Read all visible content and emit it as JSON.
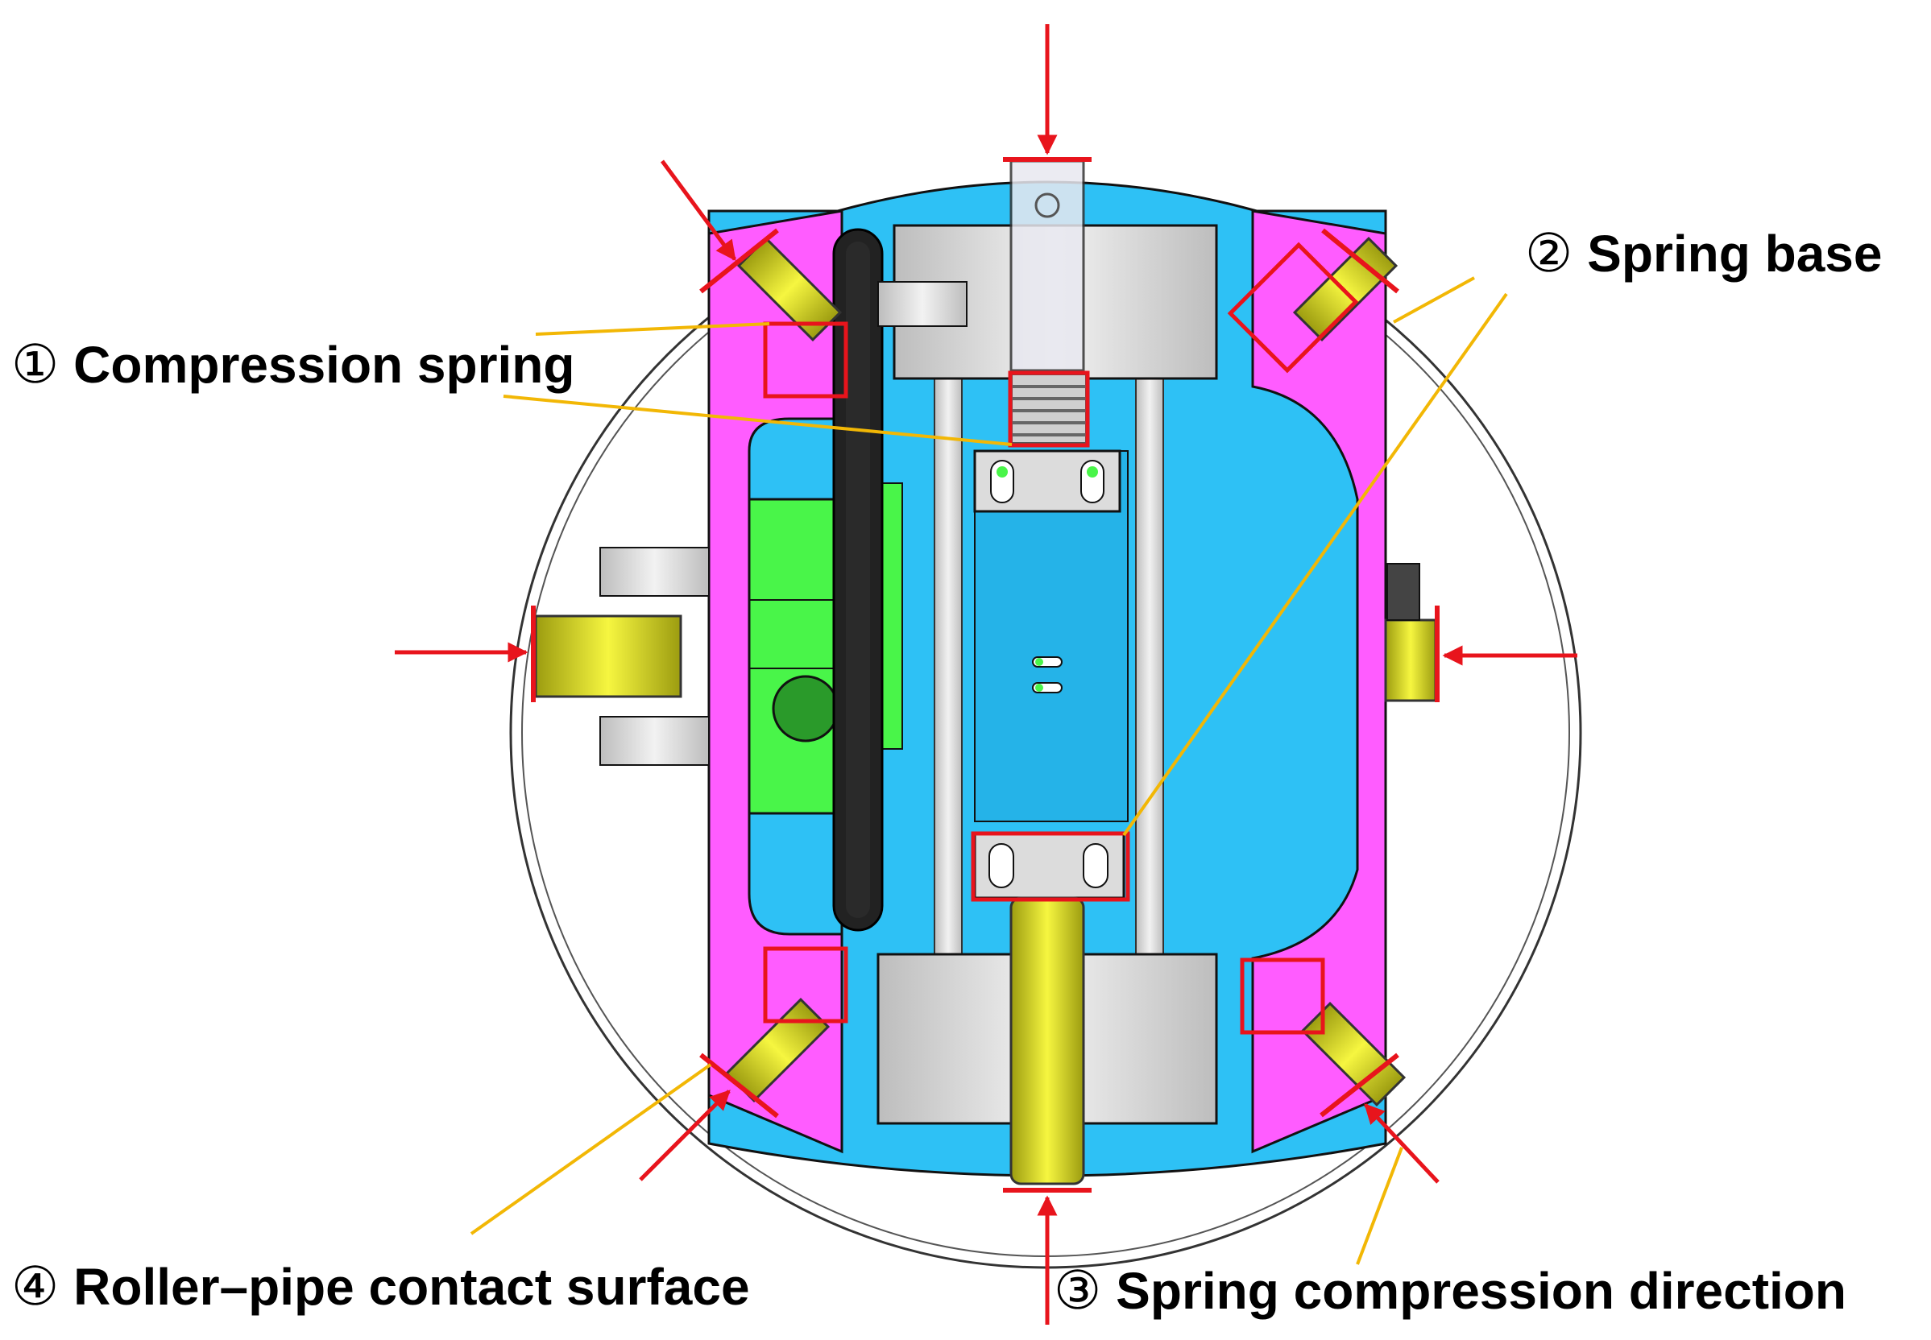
{
  "labels": {
    "compression_spring": {
      "number": "①",
      "text": "Compression spring"
    },
    "spring_base": {
      "number": "②",
      "text": "Spring base"
    },
    "spring_compression_direction": {
      "number": "③",
      "text": "Spring compression direction"
    },
    "roller_pipe_contact_surface": {
      "number": "④",
      "text": "Roller–pipe contact surface"
    }
  },
  "colors": {
    "pipe_outline": "#333333",
    "blue_plate": "#2ec1f5",
    "magenta_frame": "#ff5cff",
    "yellow_roller": "#f2f230",
    "green_motor": "#49f549",
    "dark_belt": "#222222",
    "grey_parts": "#d9d9d9",
    "red_marker": "#e8141c",
    "leader_line": "#f2b705"
  },
  "icons": {
    "force_arrow": "red-arrow-icon",
    "highlight_box": "red-box-icon"
  }
}
